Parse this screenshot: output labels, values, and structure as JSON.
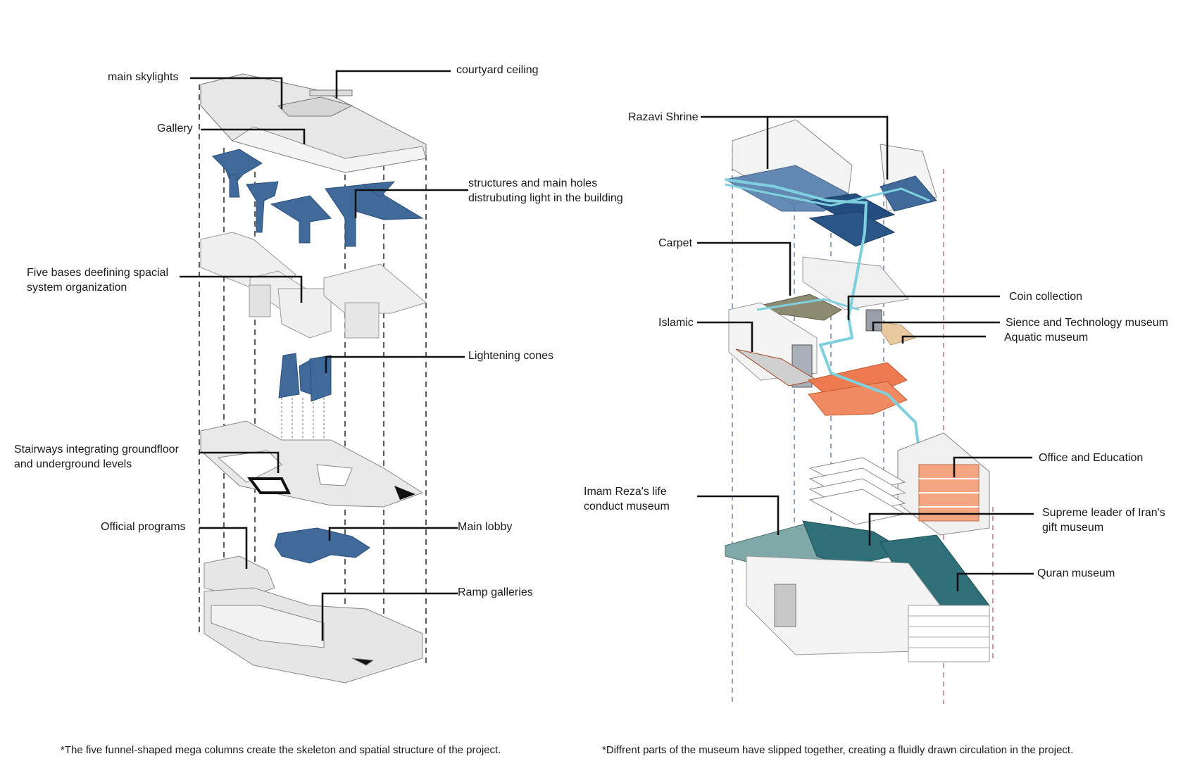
{
  "left_labels": {
    "main_skylights": "main skylights",
    "courtyard_ceiling": "courtyard ceiling",
    "gallery": "Gallery",
    "structures_line1": "structures and main holes",
    "structures_line2": "distrubuting light in the building",
    "five_bases_line1": "Five bases deefining spacial",
    "five_bases_line2": "system organization",
    "lightening_cones": "Lightening cones",
    "stairways_line1": "Stairways integrating groundfloor",
    "stairways_line2": "and underground levels",
    "official_programs": "Official programs",
    "main_lobby": "Main lobby",
    "ramp_galleries": "Ramp galleries"
  },
  "right_labels": {
    "razavi_shrine": "Razavi Shrine",
    "carpet": "Carpet",
    "coin_collection": "Coin collection",
    "islamic": "Islamic",
    "science_technology": "Sience and Technology museum",
    "aquatic": "Aquatic museum",
    "office_education": "Office and Education",
    "imam_reza_line1": "Imam Reza's life",
    "imam_reza_line2": "conduct museum",
    "supreme_leader_line1": "Supreme leader of Iran's",
    "supreme_leader_line2": "gift museum",
    "quran": "Quran museum"
  },
  "captions": {
    "left": "*The five funnel-shaped mega columns create the skeleton and spatial structure of the project.",
    "right": "*Diffrent parts of the museum have slipped together, creating a fluidly drawn circulation in the project."
  },
  "colors": {
    "structure_blue": "#3f6a9a",
    "circulation_cyan": "#7fd0de",
    "orange": "#ee7a52",
    "teal_dark": "#2f6f78",
    "teal_light": "#7fa8a8",
    "beige": "#e8c9a0",
    "pink": "#f4a582"
  }
}
